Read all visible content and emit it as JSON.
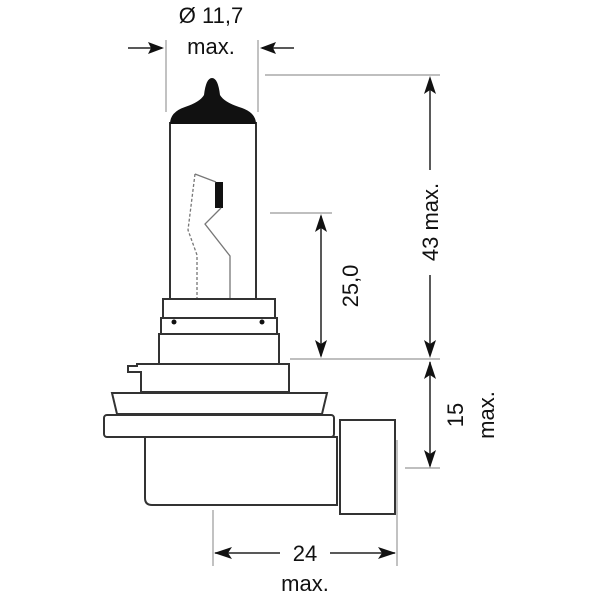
{
  "title": "H11 bulb dimensions",
  "dimensions": {
    "diameter": {
      "value": "Ø 11,7",
      "qualifier": "max."
    },
    "height": {
      "label": "43 max."
    },
    "light_center": {
      "label": "25,0"
    },
    "base_height": {
      "value": "15",
      "qualifier": "max."
    },
    "width": {
      "value": "24",
      "qualifier": "max."
    }
  },
  "colors": {
    "outline": "#333333",
    "dimension_line": "#999999",
    "cap": "#111111"
  }
}
